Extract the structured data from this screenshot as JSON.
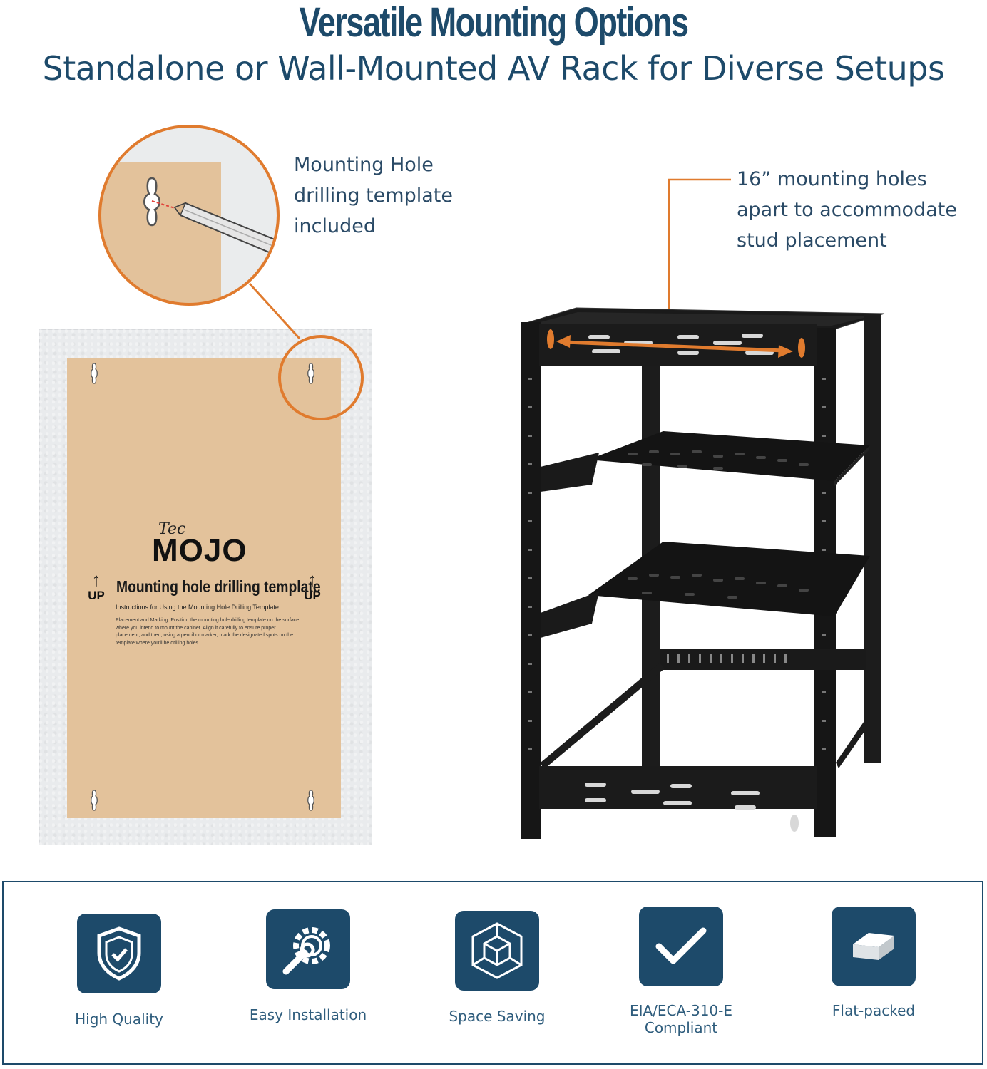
{
  "header": {
    "title": "Versatile Mounting Options",
    "subtitle": "Standalone or Wall-Mounted AV Rack for Diverse Setups"
  },
  "callouts": {
    "template": [
      "Mounting Hole",
      "drilling template",
      "included"
    ],
    "studs": [
      "16” mounting holes",
      "apart to accommodate",
      "stud placement"
    ]
  },
  "template_card": {
    "logo_small": "Tec",
    "logo_large": "MOJO",
    "title": "Mounting hole drilling template",
    "subtitle": "Instructions for Using the Mounting Hole Drilling Template",
    "body": "Placement and Marking: Position the mounting hole drilling template on the surface where you intend to mount the cabinet. Align it carefully to ensure proper placement, and then, using a pencil or marker, mark the designated spots on the template where you'll be drilling holes.",
    "up_label": "UP"
  },
  "features": [
    {
      "label": "High Quality",
      "icon": "shield-check-icon"
    },
    {
      "label": "Easy Installation",
      "icon": "wrench-gear-icon"
    },
    {
      "label": "Space Saving",
      "icon": "cube-icon"
    },
    {
      "label": "EIA/ECA-310-E Compliant",
      "icon": "checkmark-icon"
    },
    {
      "label": "Flat-packed",
      "icon": "flat-box-icon"
    }
  ],
  "colors": {
    "accent": "#e07b2e",
    "brand": "#1d4a6a",
    "paper": "#e3c29b"
  }
}
